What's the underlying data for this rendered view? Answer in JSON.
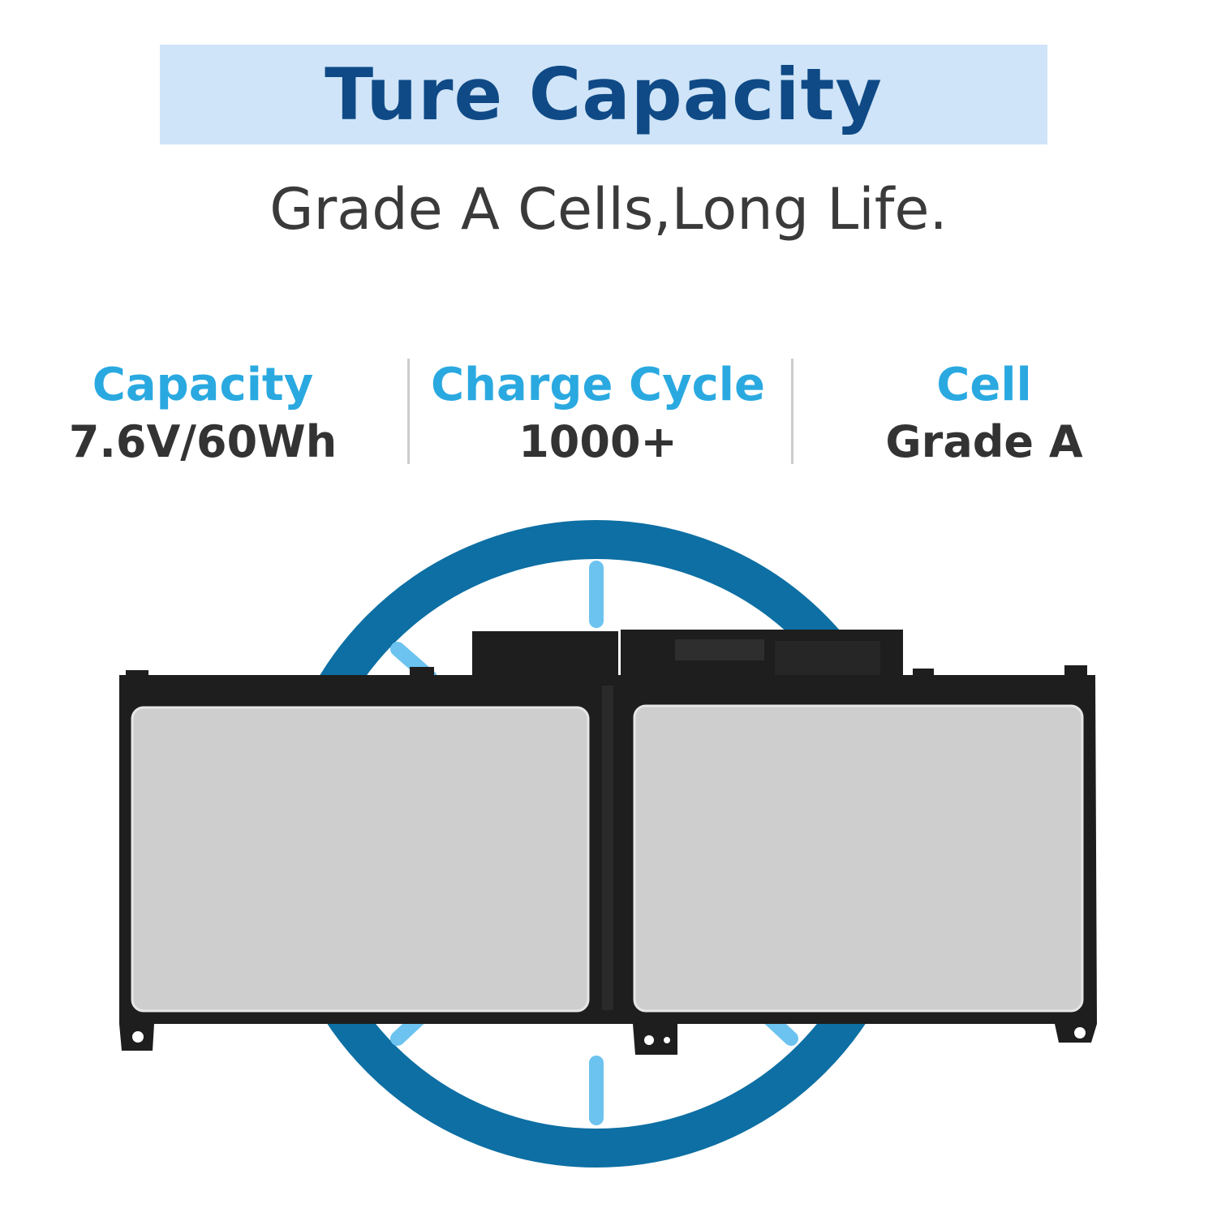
{
  "header": {
    "title": "Ture Capacity",
    "subtitle": "Grade A Cells,Long Life."
  },
  "specs": [
    {
      "label": "Capacity",
      "value": "7.6V/60Wh"
    },
    {
      "label": "Charge Cycle",
      "value": "1000+"
    },
    {
      "label": "Cell",
      "value": "Grade A"
    }
  ],
  "colors": {
    "title_band": "#cfe4f8",
    "title_text": "#0f4a86",
    "spec_label": "#2aa9e0",
    "ring": "#0d6fa3",
    "ring_ticks": "#6cc3ef",
    "battery_frame": "#1e1e1e",
    "battery_cell": "#cecece"
  },
  "illustration": {
    "subject": "battery-pack-icon",
    "cells": 2
  }
}
